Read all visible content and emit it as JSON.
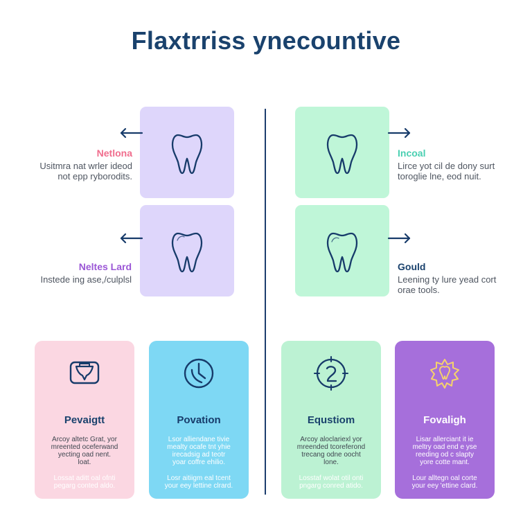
{
  "header": {
    "title": "Flaxtrriss ynecountive"
  },
  "top_items": [
    {
      "title": "Netlona",
      "lines": [
        "Usitmra nat wrler ideod",
        "not epp ryborodits."
      ],
      "title_color": "#f06d8d"
    },
    {
      "title": "Incoal",
      "lines": [
        "Lirce yot cil de dony surt",
        "toroglie lne, eod nuit."
      ],
      "title_color": "#49cfb1"
    },
    {
      "title": "Neltes Lard",
      "lines": [
        "Instede ing ase,/culplsl"
      ],
      "title_color": "#9b57d6"
    },
    {
      "title": "Gould",
      "lines": [
        "Leening ty lure yead cort",
        "orae tools."
      ],
      "title_color": "#1a426d"
    }
  ],
  "cards": [
    {
      "title": "Pevaigtt",
      "lines": [
        "Arcoy altetc Grat, yor",
        "mreented oceferwand",
        "yecting oad nent.",
        "loat."
      ],
      "footer_lines": [
        "Lossat aditt oal ofnti",
        "pegarg conted aldo."
      ],
      "icon": "tooth-crown-frame-icon"
    },
    {
      "title": "Povation",
      "lines": [
        "Lsor alliendane tivie",
        "mealty ocafe tnt yhie",
        "irecadsig ad teotr",
        "yoar coffre ehilio."
      ],
      "footer_lines": [
        "Losr aitiigm eal tcent",
        "your eey lettine clrard."
      ],
      "icon": "dental-gauge-icon"
    },
    {
      "title": "Equstiom",
      "lines": [
        "Arcoy aloclariexl yor",
        "mreended tcoreferond",
        "trecang odne oocht",
        "lone."
      ],
      "footer_lines": [
        "Losstaf wolat otil onti",
        "pngarg conred atido."
      ],
      "icon": "target-number-icon"
    },
    {
      "title": "Fovaligh",
      "lines": [
        "Lisar allerciant it ie",
        "meltry oad end e yse",
        "reeding od c slapty",
        "yore cotte mant."
      ],
      "footer_lines": [
        "Lour alltegn oal corte",
        "your eey 'ettine clard."
      ],
      "icon": "sun-tooth-icon"
    }
  ]
}
